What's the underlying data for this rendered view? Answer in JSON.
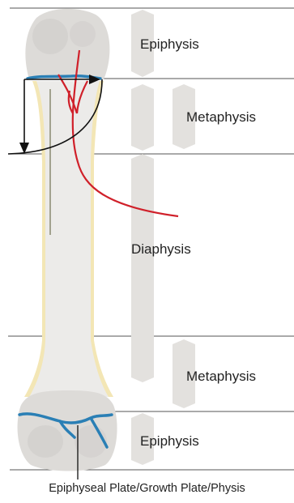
{
  "regions": {
    "proximal_epiphysis": "Epiphysis",
    "proximal_metaphysis": "Metaphysis",
    "diaphysis": "Diaphysis",
    "distal_metaphysis": "Metaphysis",
    "distal_epiphysis": "Epiphysis"
  },
  "caption": "Epiphyseal Plate/Growth Plate/Physis",
  "colors": {
    "bone": "#e8e6e3",
    "bone_dark": "#d0cdca",
    "marrow_edge": "#f3e6b5",
    "growth_plate": "#2a7fb5",
    "vessel": "#d0202a",
    "band": "#e3e1de",
    "line": "#333333"
  }
}
